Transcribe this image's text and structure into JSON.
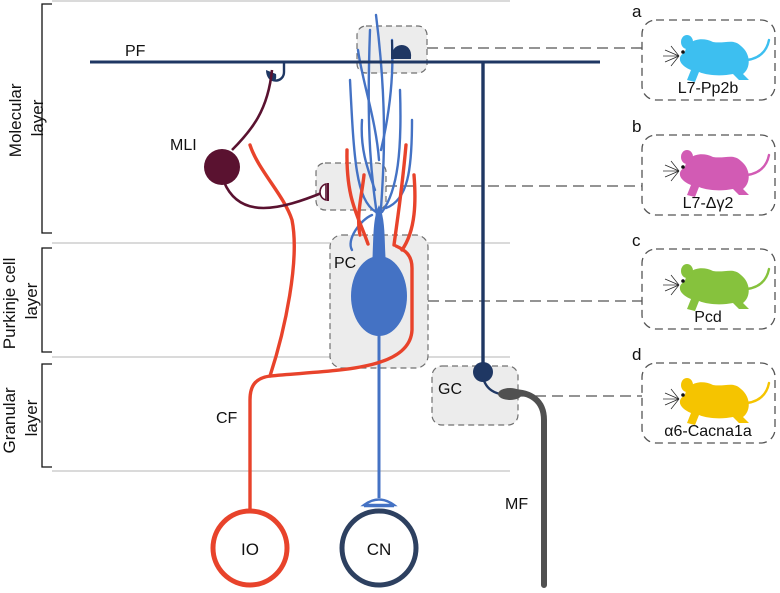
{
  "layers": {
    "molecular": "Molecular layer",
    "molecular_line1": "Molecular",
    "molecular_line2": "layer",
    "purkinje_line1": "Purkinje cell",
    "purkinje_line2": "layer",
    "granular_line1": "Granular",
    "granular_line2": "layer"
  },
  "cells": {
    "pf": "PF",
    "mli": "MLI",
    "pc": "PC",
    "gc": "GC",
    "cf": "CF",
    "mf": "MF",
    "io": "IO",
    "cn": "CN"
  },
  "mice": [
    {
      "letter": "a",
      "label": "L7-Pp2b",
      "color": "#3dbff0"
    },
    {
      "letter": "b",
      "label": "L7-Δγ2",
      "color": "#d25bb4"
    },
    {
      "letter": "c",
      "label": "Pcd",
      "color": "#86c23d"
    },
    {
      "letter": "d",
      "label": "α6-Cacna1a",
      "color": "#f5c400"
    }
  ],
  "colors": {
    "pf_axon": "#1f3763",
    "mli": "#5a1230",
    "climbing_fiber": "#e8432b",
    "purkinje": "#4472c4",
    "mossy_fiber": "#505050",
    "cn_ring": "#2d4060",
    "box_fill": "#ececec"
  }
}
